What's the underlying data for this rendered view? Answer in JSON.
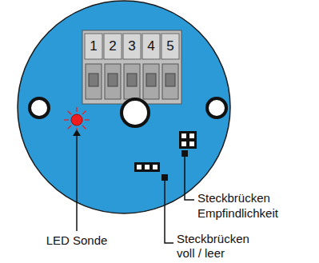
{
  "diagram": {
    "labels": [
      "1",
      "2",
      "3",
      "4",
      "5",
      "LED Sonde",
      "Steckbrücken Empfindlichkeit",
      "Steckbrücken voll / leer"
    ]
  }
}
